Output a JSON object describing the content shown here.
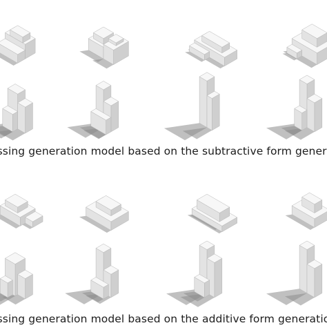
{
  "captions": {
    "subtractive": "assing generation model based on the subtractive form generat",
    "additive": "assing generation model based on the additive form generatio"
  },
  "colors": {
    "top": "#f7f7f7",
    "left": "#e3e3e3",
    "right": "#cfcfcf",
    "shadow": "#8c8c8c",
    "edge": "#b5b5b5"
  },
  "groups": [
    {
      "name": "subtractive",
      "rows": 2,
      "cols": 4
    },
    {
      "name": "additive",
      "rows": 2,
      "cols": 4
    }
  ]
}
